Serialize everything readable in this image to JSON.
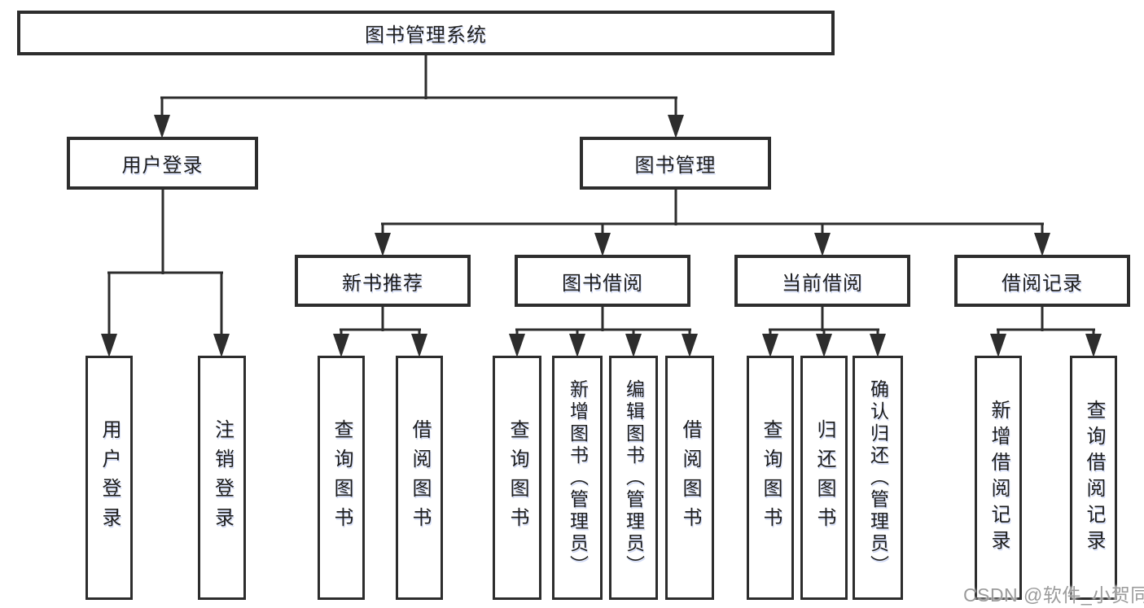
{
  "diagram": {
    "root": "图书管理系统",
    "level2": [
      "用户登录",
      "图书管理"
    ],
    "level3": [
      "新书推荐",
      "图书借阅",
      "当前借阅",
      "借阅记录"
    ],
    "groups": {
      "login": [
        "用户登录",
        "注销登录"
      ],
      "new_books": [
        "查询图书",
        "借阅图书"
      ],
      "borrow": [
        "查询图书",
        "新增图书（管理员）",
        "编辑图书（管理员）",
        "借阅图书"
      ],
      "current": [
        "查询图书",
        "归还图书",
        "确认归还（管理员）"
      ],
      "records": [
        "新增借阅记录",
        "查询借阅记录"
      ]
    }
  },
  "watermark": "CSDN @软件_小贺同学",
  "colors": {
    "line": "#2d2d2d",
    "box_border": "#2d2d2d",
    "box_fill": "#ffffff",
    "text": "#1d1d1d",
    "watermark": "#9b9b9b",
    "background": "#ffffff"
  }
}
